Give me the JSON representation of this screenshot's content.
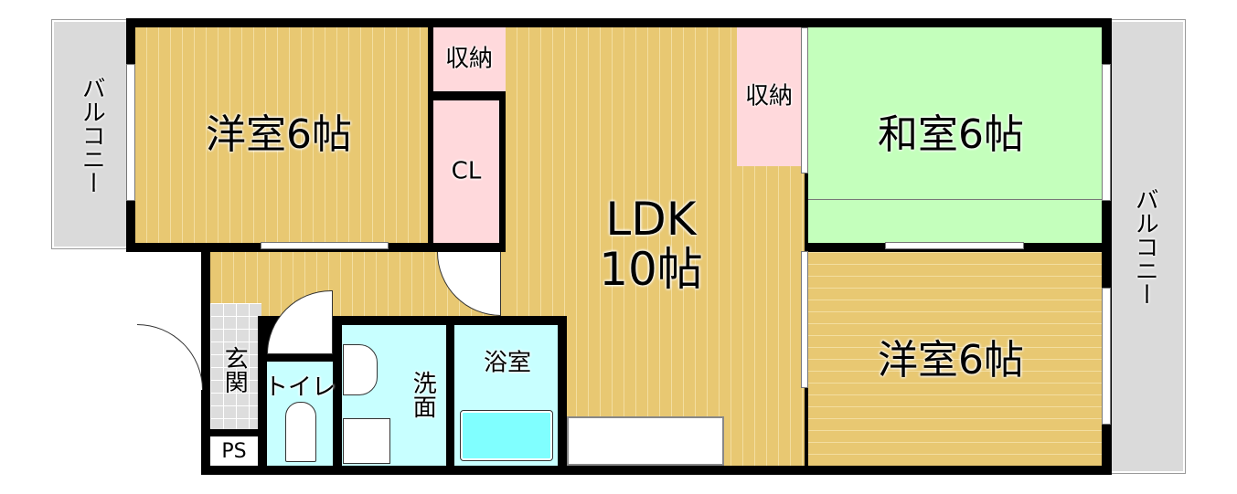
{
  "rooms": {
    "western1": "洋室6帖",
    "storage_top": "収納",
    "closet": "CL",
    "ldk_name": "LDK",
    "ldk_size": "10帖",
    "storage_right": "収納",
    "japanese": "和室6帖",
    "western2": "洋室6帖",
    "entrance": "玄関",
    "toilet": "トイレ",
    "washroom": "洗面",
    "bathroom": "浴室",
    "ps": "PS",
    "balcony_left": "バルコニー",
    "balcony_right": "バルコニー"
  },
  "colors": {
    "wood": "#E8C872",
    "tatami": "#C4FFBC",
    "storage": "#FFD9DC",
    "wet": "#C8FFFF",
    "wall": "#000000"
  }
}
